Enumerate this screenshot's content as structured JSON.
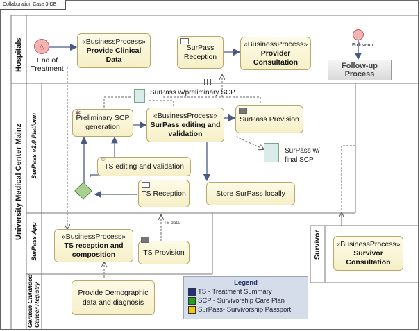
{
  "frame": {
    "title": "Collaboration Case 3-DE"
  },
  "lanes": {
    "hospitals": "Hospitals",
    "umc": "University Medical Center Mainz",
    "platform": "SurPass v2.0 Platform",
    "app": "SurPass App",
    "registry": "German Childhood Cancer Registry",
    "survivor": "Survivor"
  },
  "nodes": {
    "end_treatment": "End of Treatment",
    "provide_clinical": {
      "stereotype": "«BusinessProcess»",
      "name": "Provide Clinical Data"
    },
    "surpass_reception": "SurPass Reception",
    "provider_consult": {
      "stereotype": "«BusinessProcess»",
      "name": "Provider Consultation"
    },
    "followup_label": "Follow-up",
    "followup_process": "Follow-up Process",
    "prelim_scp": "Preliminary SCP generation",
    "surpass_edit": {
      "stereotype": "«BusinessProcess»",
      "name": "SurPass editing and validation"
    },
    "surpass_provision": "SurPass Provision",
    "ts_edit": "TS editing and validation",
    "ts_reception": "TS Reception",
    "store_local": "Store SurPass locally",
    "doc_prelim": "SurPass w/preliminary SCP",
    "doc_final": "SurPass w/ final SCP",
    "ts_data": "TS data",
    "ts_reception_comp": {
      "stereotype": "«BusinessProcess»",
      "name": "TS reception and composition"
    },
    "ts_provision": "TS Provision",
    "survivor_consult": {
      "stereotype": "«BusinessProcess»",
      "name": "Survivor Consultation"
    },
    "demographic": "Provide Demographic data and diagnosis"
  },
  "legend": {
    "title": "Legend",
    "items": [
      {
        "label": "TS - Treatment Summary",
        "color": "#1f2f8a"
      },
      {
        "label": "SCP - Survivorship Care Plan",
        "color": "#22a020"
      },
      {
        "label": "SurPass- Survivorship Passport",
        "color": "#f2c800"
      }
    ]
  }
}
